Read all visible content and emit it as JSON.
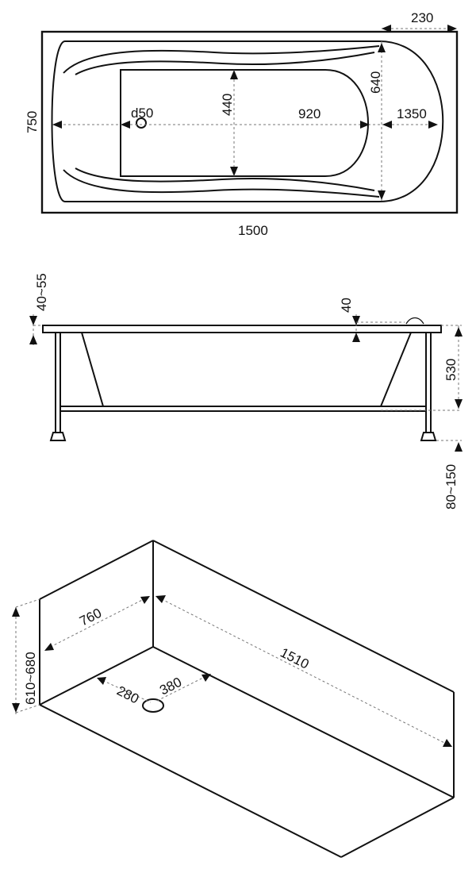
{
  "top_view": {
    "overall_length": "1500",
    "overall_width": "750",
    "rim_width": "230",
    "inner_width": "640",
    "inner_length": "1350",
    "bottom_length": "920",
    "bottom_width": "440",
    "drain": "d50"
  },
  "side_view": {
    "rim_thickness_range": "40~55",
    "rim_depth": "40",
    "tub_depth": "530",
    "leg_adjust": "80~150"
  },
  "niche_view": {
    "depth": "760",
    "length": "1510",
    "height_range": "610~680",
    "drain_offset_side": "280",
    "drain_offset_end": "380"
  }
}
